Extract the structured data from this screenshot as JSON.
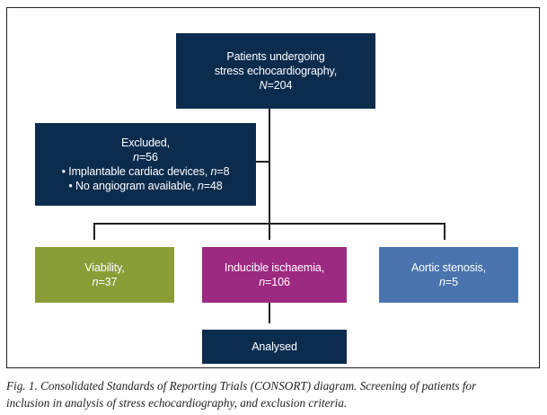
{
  "figure": {
    "caption_line1": "Fig. 1. Consolidated Standards of Reporting Trials (CONSORT) diagram. Screening of patients for",
    "caption_line2": "inclusion in analysis of stress echocardiography, and exclusion criteria."
  },
  "colors": {
    "navy": "#0c2c4e",
    "green": "#8a9e38",
    "plum": "#9c2a80",
    "blue": "#4a74ad",
    "line": "#231f20",
    "text_on_box": "#ffffff",
    "caption_text": "#231f20"
  },
  "nodes": {
    "enrolled": {
      "line1": "Patients undergoing",
      "line2": "stress echocardiography,",
      "stat_symbol": "N",
      "stat_value": "=204"
    },
    "excluded": {
      "line1": "Excluded,",
      "stat_symbol": "n",
      "stat_value": "=56",
      "reason1_text": "• Implantable cardiac devices, ",
      "reason1_symbol": "n",
      "reason1_value": "=8",
      "reason2_text": "• No angiogram available, ",
      "reason2_symbol": "n",
      "reason2_value": "=48"
    },
    "viability": {
      "line1": "Viability,",
      "stat_symbol": "n",
      "stat_value": "=37"
    },
    "ischaemia": {
      "line1": "Inducible ischaemia,",
      "stat_symbol": "n",
      "stat_value": "=106"
    },
    "aortic": {
      "line1": "Aortic stenosis,",
      "stat_symbol": "n",
      "stat_value": "=5"
    },
    "analysed": {
      "line1": "Analysed"
    }
  }
}
